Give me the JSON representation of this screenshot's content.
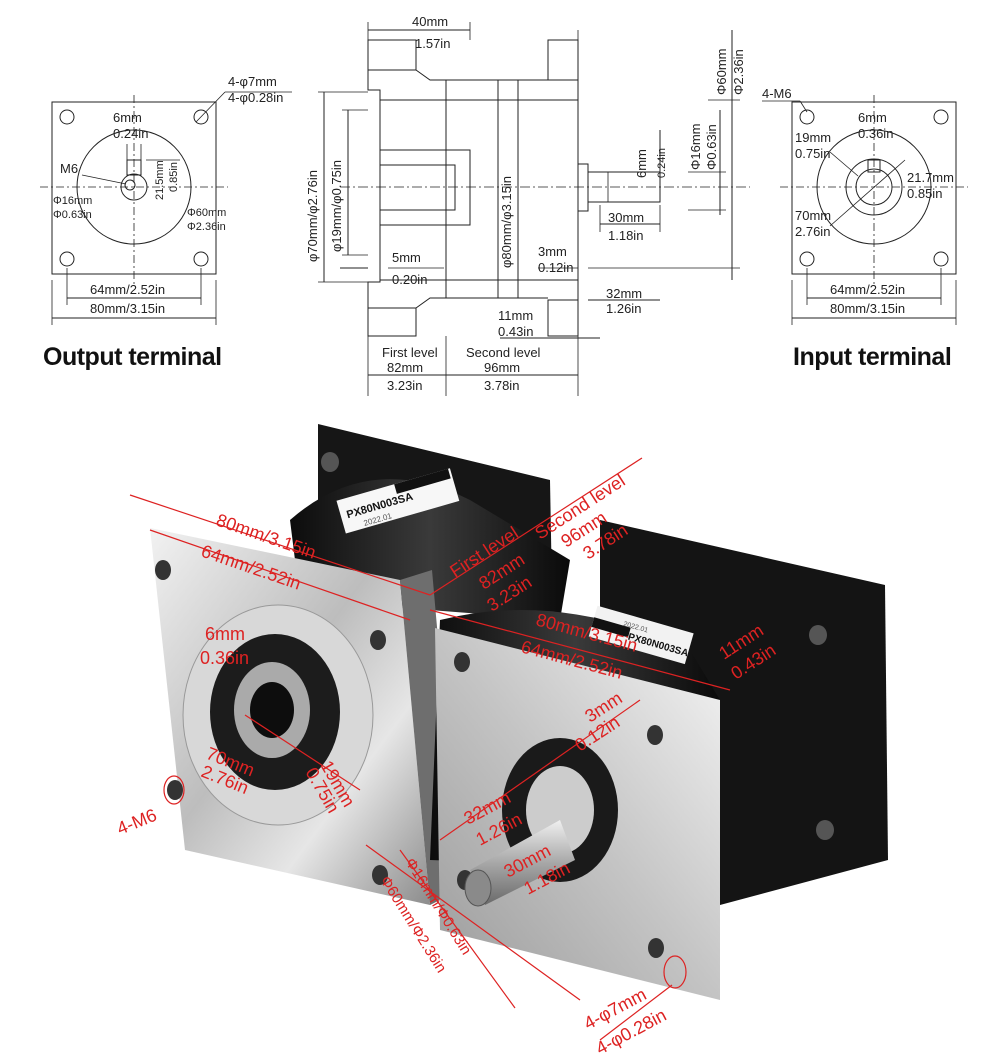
{
  "output_view": {
    "title": "Output terminal",
    "hole_mm": "4-φ7mm",
    "hole_in": "4-φ0.28in",
    "key_mm": "6mm",
    "key_in": "0.24in",
    "thread": "M6",
    "shaft_mm": "Φ16mm",
    "shaft_in": "Φ0.63in",
    "key_height_mm": "21.5mm",
    "key_height_in": "0.85in",
    "pilot_mm": "Φ60mm",
    "pilot_in": "Φ2.36in",
    "pcd": "64mm/2.52in",
    "flange": "80mm/3.15in"
  },
  "side_view": {
    "length_mm": "40mm",
    "length_in": "1.57in",
    "pcd_dia": "φ70mm/φ2.76in",
    "bore_dia": "φ19mm/φ0.75in",
    "body_dia": "φ80mm/φ3.15in",
    "pilot_mm": "Φ60mm",
    "pilot_in": "Φ2.36in",
    "shaft_mm": "Φ16mm",
    "shaft_in": "Φ0.63in",
    "key_mm": "6mm",
    "key_in": "0.24in",
    "key_len_mm": "30mm",
    "key_len_in": "1.18in",
    "step_mm": "5mm",
    "step_in": "0.20in",
    "pilot_h_mm": "3mm",
    "pilot_h_in": "0.12in",
    "shaft_len_mm": "32mm",
    "shaft_len_in": "1.26in",
    "flange_t_mm": "11mm",
    "flange_t_in": "0.43in",
    "first_label": "First level",
    "first_mm": "82mm",
    "first_in": "3.23in",
    "second_label": "Second level",
    "second_mm": "96mm",
    "second_in": "3.78in"
  },
  "input_view": {
    "title": "Input terminal",
    "thread": "4-M6",
    "key_mm": "6mm",
    "key_in": "0.36in",
    "bore_mm": "19mm",
    "bore_in": "0.75in",
    "keyh_mm": "21.7mm",
    "keyh_in": "0.85in",
    "pcd_mm": "70mm",
    "pcd_in": "2.76in",
    "pcd": "64mm/2.52in",
    "flange": "80mm/3.15in"
  },
  "photo": {
    "label_model": "PX80N003SA",
    "label_date": "2022.01",
    "label_model2": "PX80N003SA",
    "label_date2": "2022.01",
    "ann_flange": "80mm/3.15in",
    "ann_pcd": "64mm/2.52in",
    "ann_flange2": "80mm/3.15in",
    "ann_pcd2": "64mm/2.52in",
    "ann_first": "First level",
    "ann_first_mm": "82mm",
    "ann_first_in": "3.23in",
    "ann_second": "Second level",
    "ann_second_mm": "96mm",
    "ann_second_in": "3.78in",
    "ann_key_mm": "6mm",
    "ann_key_in": "0.36in",
    "ann_pcd70_mm": "70mm",
    "ann_pcd70_in": "2.76in",
    "ann_bore_mm": "19mm",
    "ann_bore_in": "0.75in",
    "ann_thread": "4-M6",
    "ann_flange_t_mm": "11mm",
    "ann_flange_t_in": "0.43in",
    "ann_pilot_h_mm": "3mm",
    "ann_pilot_h_in": "0.12in",
    "ann_shaft_len_mm": "32mm",
    "ann_shaft_len_in": "1.26in",
    "ann_key_len_mm": "30mm",
    "ann_key_len_in": "1.18in",
    "ann_dia": "Φ16mm/Φ0.63in",
    "ann_dia2": "Φ60mm/Φ2.36in",
    "ann_hole_mm": "4-φ7mm",
    "ann_hole_in": "4-φ0.28in"
  }
}
